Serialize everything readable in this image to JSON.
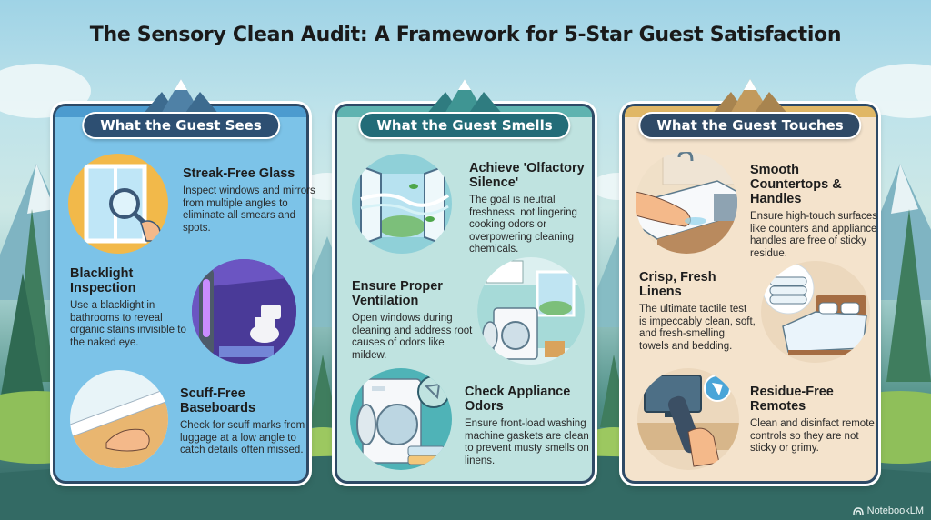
{
  "title": "The Sensory Clean Audit: A Framework for 5-Star Guest Satisfaction",
  "colors": {
    "sees_panel_bg": "#7cc3e8",
    "sees_header": "#2d4f72",
    "smells_panel_bg": "#bfe3e0",
    "smells_header": "#236c78",
    "touches_panel_bg": "#f4e3cc",
    "touches_header": "#2f4a66",
    "touches_topbar": "#e0b766",
    "panel_border": "#2e4a66"
  },
  "panels": [
    {
      "header": "What the Guest Sees",
      "items": [
        {
          "title": "Streak-Free Glass",
          "description": "Inspect windows and mirrors from multiple angles to eliminate all smears and spots.",
          "icon": "window-magnifier-icon"
        },
        {
          "title": "Blacklight Inspection",
          "description": "Use a blacklight in bathrooms to reveal organic stains invisible to the naked eye.",
          "icon": "blacklight-toilet-icon"
        },
        {
          "title": "Scuff-Free Baseboards",
          "description": "Check for scuff marks from luggage at a low angle to catch details often missed.",
          "icon": "hand-baseboard-icon"
        }
      ]
    },
    {
      "header": "What the Guest Smells",
      "items": [
        {
          "title": "Achieve 'Olfactory Silence'",
          "description": "The goal is neutral freshness, not lingering cooking odors or overpowering cleaning chemicals.",
          "icon": "open-window-breeze-icon"
        },
        {
          "title": "Ensure Proper Ventilation",
          "description": "Open windows during cleaning and address root causes of odors like mildew.",
          "icon": "laundry-window-icon"
        },
        {
          "title": "Check Appliance Odors",
          "description": "Ensure front-load washing machine gaskets are clean to prevent musty smells on linens.",
          "icon": "washing-machine-icon"
        }
      ]
    },
    {
      "header": "What the Guest Touches",
      "items": [
        {
          "title": "Smooth Countertops & Handles",
          "description": "Ensure high-touch surfaces like counters and appliance handles are free of sticky residue.",
          "icon": "hand-countertop-icon"
        },
        {
          "title": "Crisp, Fresh Linens",
          "description": "The ultimate tactile test is impeccably clean, soft, and fresh-smelling towels and bedding.",
          "icon": "bed-towels-icon"
        },
        {
          "title": "Residue-Free Remotes",
          "description": "Clean and disinfact remote controls so they are not sticky or grimy.",
          "icon": "tv-remote-icon"
        }
      ]
    }
  ],
  "watermark": "NotebookLM"
}
